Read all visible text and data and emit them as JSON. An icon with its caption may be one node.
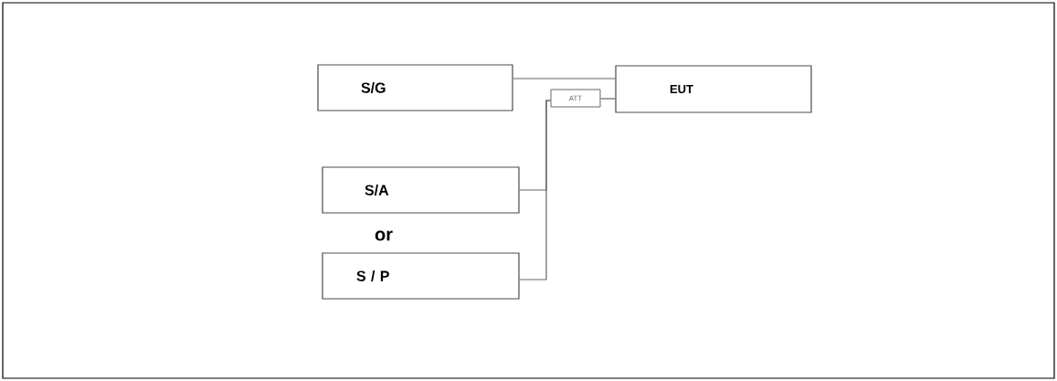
{
  "diagram": {
    "nodes": [
      {
        "text": [
          "S/G"
        ]
      },
      {
        "text": [
          "EUT"
        ]
      },
      {
        "text": [
          "ATT"
        ]
      },
      {
        "text": [
          "S/A"
        ]
      },
      {
        "text": [
          "S / P"
        ]
      }
    ],
    "edges": [
      {
        "from": 0,
        "to": 1,
        "arrow": "none"
      },
      {
        "from": 2,
        "to": 1,
        "arrow": "none"
      },
      {
        "from": 3,
        "to": 2,
        "arrow": "none"
      },
      {
        "from": 4,
        "to": 2,
        "arrow": "none"
      }
    ],
    "labels": [
      "or"
    ]
  }
}
